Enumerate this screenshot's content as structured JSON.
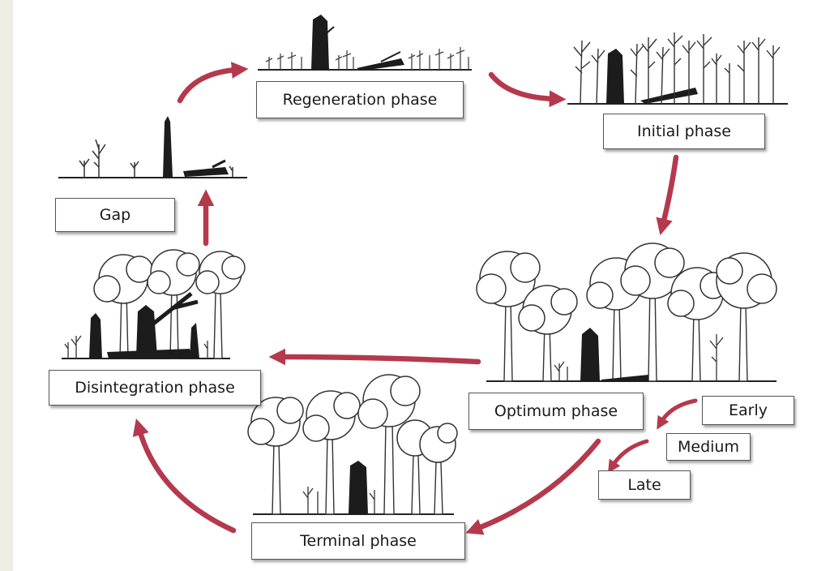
{
  "phases": {
    "regeneration": "Regeneration phase",
    "initial": "Initial phase",
    "optimum": "Optimum phase",
    "terminal": "Terminal phase",
    "disintegration": "Disintegration phase",
    "gap": "Gap"
  },
  "optimum_substages": {
    "early": "Early",
    "medium": "Medium",
    "late": "Late"
  },
  "colors": {
    "arrow": "#b5394c",
    "trunk": "#1c1c1c",
    "background": "#efede4"
  }
}
